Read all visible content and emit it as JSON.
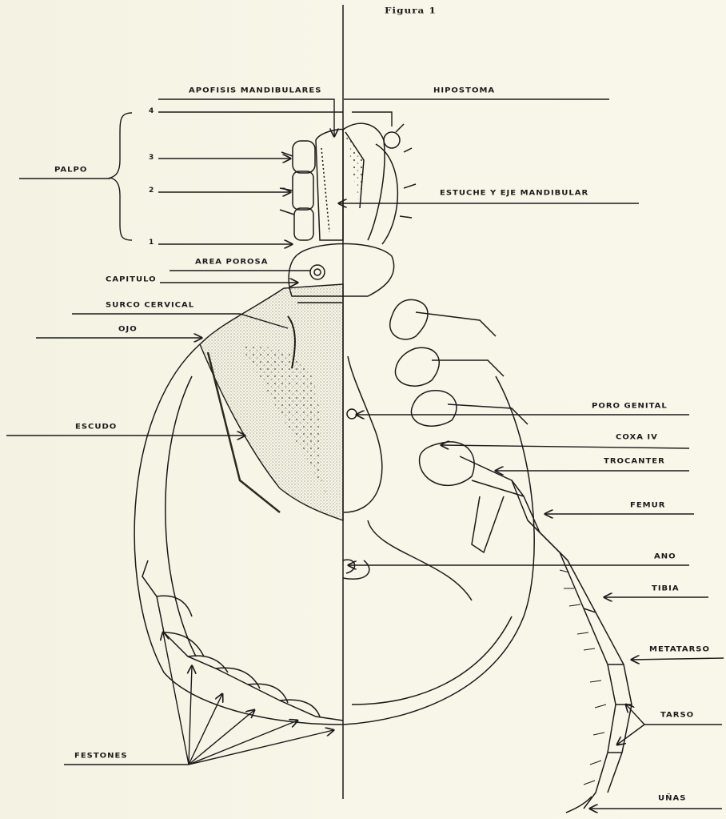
{
  "figure_title": "Figura 1",
  "colors": {
    "ink": "#1a1a1a",
    "paper": "#f6f4e4",
    "stipple": "#8a8672"
  },
  "labels": {
    "apofisis": "APOFISIS MANDIBULARES",
    "hipostoma": "HIPOSTOMA",
    "palpo": "PALPO",
    "estuche": "ESTUCHE Y EJE MANDIBULAR",
    "area_porosa": "AREA POROSA",
    "capitulo": "CAPITULO",
    "surco_cervical": "SURCO CERVICAL",
    "ojo": "OJO",
    "escudo": "ESCUDO",
    "festones": "FESTONES",
    "poro_genital": "PORO GENITAL",
    "coxa_iv": "COXA IV",
    "trocanter": "TROCANTER",
    "femur": "FEMUR",
    "ano": "ANO",
    "tibia": "TIBIA",
    "metatarso": "METATARSO",
    "tarso": "TARSO",
    "unas": "UÑAS"
  },
  "palp_segments": [
    "4",
    "3",
    "2",
    "1"
  ]
}
